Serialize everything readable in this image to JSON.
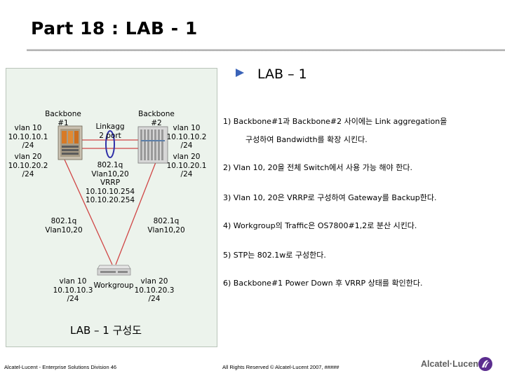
{
  "slide_title": "Part 18 : LAB - 1",
  "lab_heading": "LAB – 1",
  "diagram": {
    "backbone1": {
      "name": "Backbone\n#1",
      "vlan10": "vlan 10\n10.10.10.1\n/24",
      "vlan20": "vlan 20\n10.10.20.2\n/24"
    },
    "backbone2": {
      "name": "Backbone\n#2",
      "vlan10": "vlan 10\n10.10.10.2\n/24",
      "vlan20": "vlan 20\n10.10.20.1\n/24"
    },
    "linkagg": "Linkagg\n2 port",
    "trunk_center": "802.1q\nVlan10,20\nVRRP\n10.10.10.254\n10.10.20.254",
    "trunk_left": "802.1q\nVlan10,20",
    "trunk_right": "802.1q\nVlan10,20",
    "workgroup": {
      "name": "Workgroup",
      "vlan10": "vlan 10\n10.10.10.3\n/24",
      "vlan20": "vlan 20\n10.10.20.3\n/24"
    }
  },
  "steps": [
    "1) Backbone#1과 Backbone#2 사이에는 Link aggregation을",
    "구성하여 Bandwidth를 확장 시킨다.",
    "2) Vlan 10, 20을 전체 Switch에서 사용 가능 해야 한다.",
    "3) Vlan 10, 20은 VRRP로 구성하여 Gateway를 Backup한다.",
    "4) Workgroup의 Traffic은 OS7800#1,2로 분산 시킨다.",
    "5) STP는 802.1w로 구성한다.",
    "6) Backbone#1 Power Down 후 VRRP 상태를 확인한다."
  ],
  "caption": "LAB – 1 구성도",
  "footer": {
    "left": "Alcatel-Lucent - Enterprise Solutions Division 46",
    "middle": "All Rights Reserved © Alcatel-Lucent 2007, #####",
    "logo": "Alcatel·Lucent"
  },
  "colors": {
    "link_line": "#d04545",
    "linkagg_ring": "#2f2fa8",
    "panel_bg": "#ecf3ec",
    "arrow": "#3a63b8"
  }
}
